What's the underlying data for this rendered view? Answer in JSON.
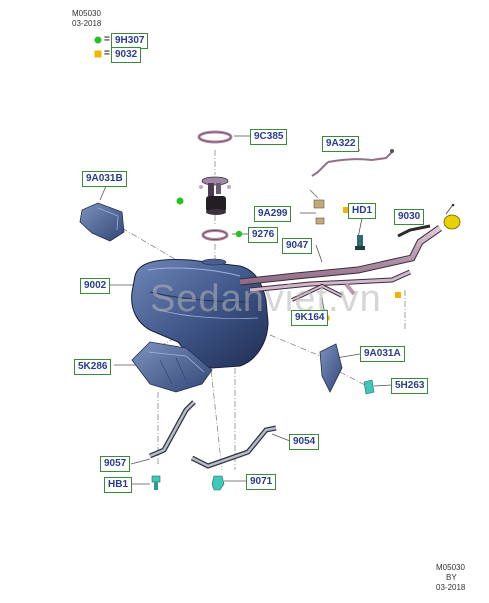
{
  "header": {
    "code": "M05030",
    "date": "03-2018"
  },
  "legend": {
    "green_dot_code": "9H307",
    "yellow_square_code": "9032",
    "green_color": "#22c422",
    "yellow_color": "#f2b400"
  },
  "callouts": {
    "c_9C385": "9C385",
    "c_9A322": "9A322",
    "c_9A031B": "9A031B",
    "c_9A299": "9A299",
    "c_HD1": "HD1",
    "c_9030": "9030",
    "c_9276": "9276",
    "c_9047": "9047",
    "c_9002": "9002",
    "c_9K164": "9K164",
    "c_5K286": "5K286",
    "c_9A031A": "9A031A",
    "c_5H263": "5H263",
    "c_9054": "9054",
    "c_9057": "9057",
    "c_9071": "9071",
    "c_HB1": "HB1"
  },
  "watermark": "Sedanviet.vn",
  "footer": {
    "code": "M05030",
    "by": "BY",
    "date": "03-2018"
  }
}
